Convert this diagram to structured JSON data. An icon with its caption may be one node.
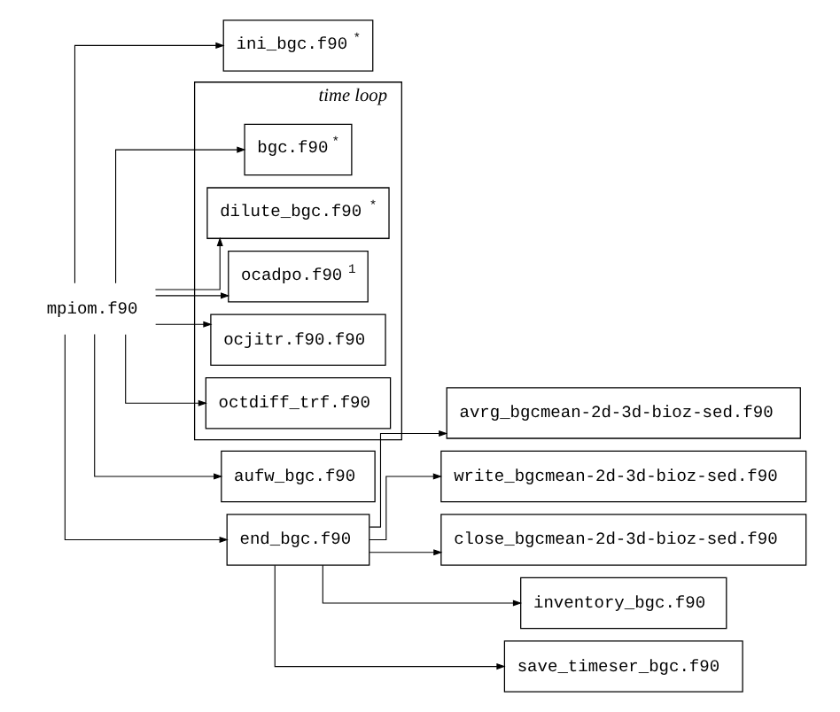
{
  "diagram": {
    "nodes": [
      {
        "text": [
          "mpiom.f90"
        ]
      },
      {
        "text": [
          "ini_bgc.f90$^{*}$"
        ]
      },
      {
        "text": [
          "time loop"
        ]
      },
      {
        "text": [
          "bgc.f90$^{*}$"
        ],
        "in": 2
      },
      {
        "text": [
          "dilute_bgc.f90$^{*}$"
        ],
        "in": 2
      },
      {
        "text": [
          "ocadpo.f90$^{1}$"
        ],
        "in": 2
      },
      {
        "text": [
          "ocjitr.f90.f90"
        ],
        "in": 2
      },
      {
        "text": [
          "octdiff_trf.f90"
        ],
        "in": 2
      },
      {
        "text": [
          "aufw_bgc.f90"
        ]
      },
      {
        "text": [
          "end_bgc.f90"
        ]
      },
      {
        "text": [
          "avrg_bgcmean-2d-3d-bioz-sed.f90"
        ]
      },
      {
        "text": [
          "write_bgcmean-2d-3d-bioz-sed.f90"
        ]
      },
      {
        "text": [
          "close_bgcmean-2d-3d-bioz-sed.f90"
        ]
      },
      {
        "text": [
          "inventory_bgc.f90"
        ]
      },
      {
        "text": [
          "save_timeser_bgc.f90"
        ]
      }
    ],
    "edges": [
      {
        "from": 0,
        "to": 1,
        "arrow": "to"
      },
      {
        "from": 0,
        "to": 3,
        "arrow": "to"
      },
      {
        "from": 0,
        "to": 4,
        "arrow": "to"
      },
      {
        "from": 0,
        "to": 5,
        "arrow": "to"
      },
      {
        "from": 0,
        "to": 6,
        "arrow": "to"
      },
      {
        "from": 0,
        "to": 7,
        "arrow": "to"
      },
      {
        "from": 0,
        "to": 8,
        "arrow": "to"
      },
      {
        "from": 0,
        "to": 9,
        "arrow": "to"
      },
      {
        "from": 9,
        "to": 10,
        "arrow": "to"
      },
      {
        "from": 9,
        "to": 11,
        "arrow": "to"
      },
      {
        "from": 9,
        "to": 12,
        "arrow": "to"
      },
      {
        "from": 9,
        "to": 13,
        "arrow": "to"
      },
      {
        "from": 9,
        "to": 14,
        "arrow": "to"
      }
    ]
  }
}
